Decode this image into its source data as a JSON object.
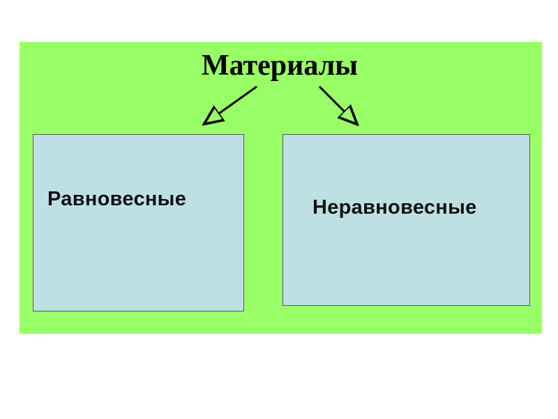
{
  "diagram": {
    "title": "Материалы",
    "nodes": [
      {
        "id": "left",
        "label": "Равновесные"
      },
      {
        "id": "right",
        "label": "Неравновесные"
      }
    ],
    "edges": [
      {
        "from": "title",
        "to": "left"
      },
      {
        "from": "title",
        "to": "right"
      }
    ]
  },
  "colors": {
    "panel_background": "#99ff66",
    "box_background": "#bde1e3",
    "arrow": "#000000"
  }
}
